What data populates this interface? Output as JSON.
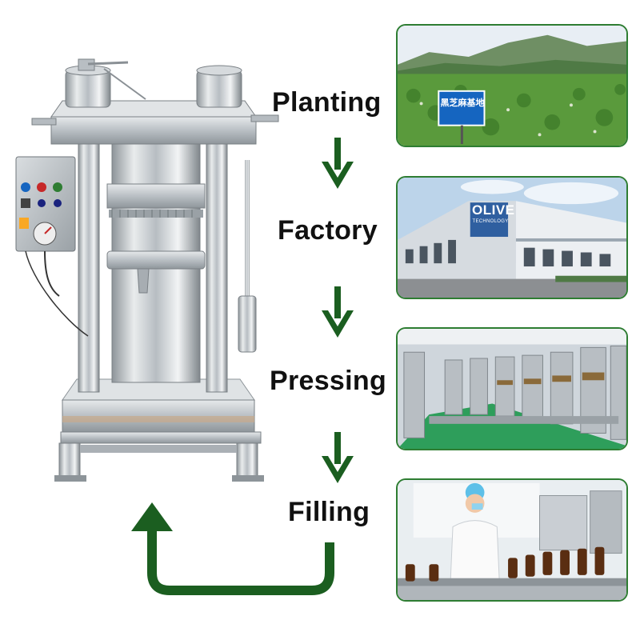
{
  "steps": [
    {
      "id": "planting",
      "label": "Planting"
    },
    {
      "id": "factory",
      "label": "Factory"
    },
    {
      "id": "pressing",
      "label": "Pressing"
    },
    {
      "id": "filling",
      "label": "Filling"
    }
  ],
  "photos": {
    "planting": {
      "sign_text": "黑芝麻基地"
    },
    "factory": {
      "sign_line1": "OLIVE",
      "sign_line2": "TECHNOLOGY"
    }
  },
  "icons": {
    "step_arrow": "arrow-down-icon",
    "loop_arrow": "return-arrow-icon",
    "machine": "oil-press-machine-icon"
  },
  "colors": {
    "arrow": "#1b5e20",
    "frame": "#2e7d32",
    "label": "#111111",
    "steel": "#c9ced3"
  }
}
